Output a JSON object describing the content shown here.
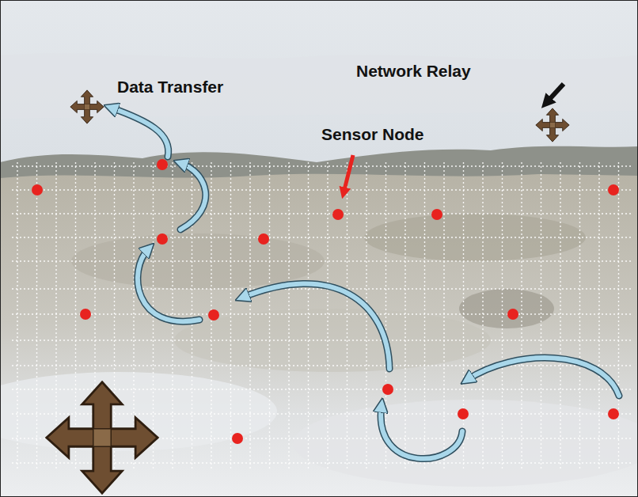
{
  "diagram": {
    "labels": [
      "Data Transfer",
      "Sensor Node",
      "Network Relay"
    ]
  }
}
